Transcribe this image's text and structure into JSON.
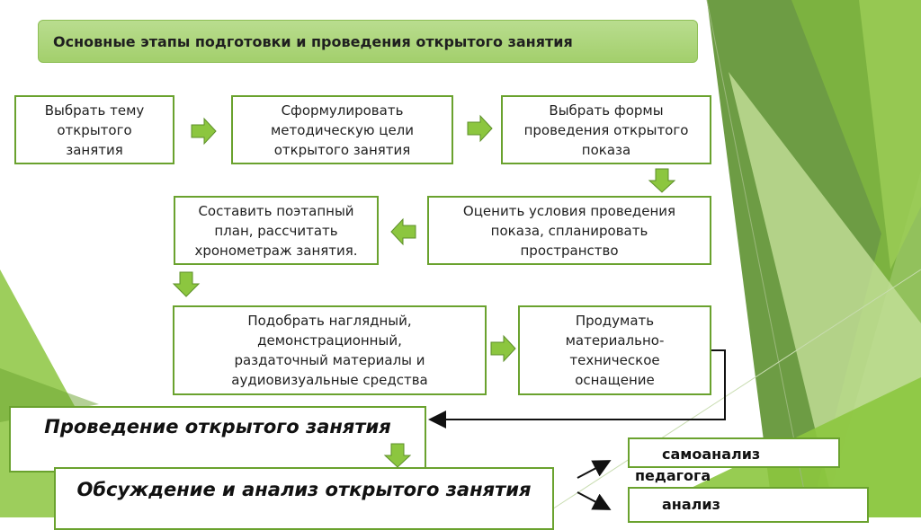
{
  "title": "Основные этапы подготовки и проведения открытого занятия",
  "steps": [
    "Выбрать тему\nоткрытого\nзанятия",
    "Сформулировать\nметодическую цели\nоткрытого занятия",
    "Выбрать формы\nпроведения открытого\nпоказа",
    "Оценить условия проведения\nпоказа, спланировать\nпространство",
    "Составить поэтапный\nплан, рассчитать\nхронометраж занятия.",
    "Подобрать наглядный,\nдемонстрационный,\nраздаточный материалы и\nаудиовизуальные средства",
    "Продумать\nматериально-\nтехническое\nоснащение"
  ],
  "conduct": "Проведение открытого занятия",
  "discussion": "Обсуждение и анализ открытого занятия",
  "branches": [
    "самоанализ педагога",
    "анализ"
  ],
  "colors": {
    "accent": "#6aa22e",
    "title_bg": "#a8d174",
    "arrow_fill": "#8cc63f",
    "deco_dark": "#5b8f2a",
    "deco_light": "#b7d98f"
  }
}
